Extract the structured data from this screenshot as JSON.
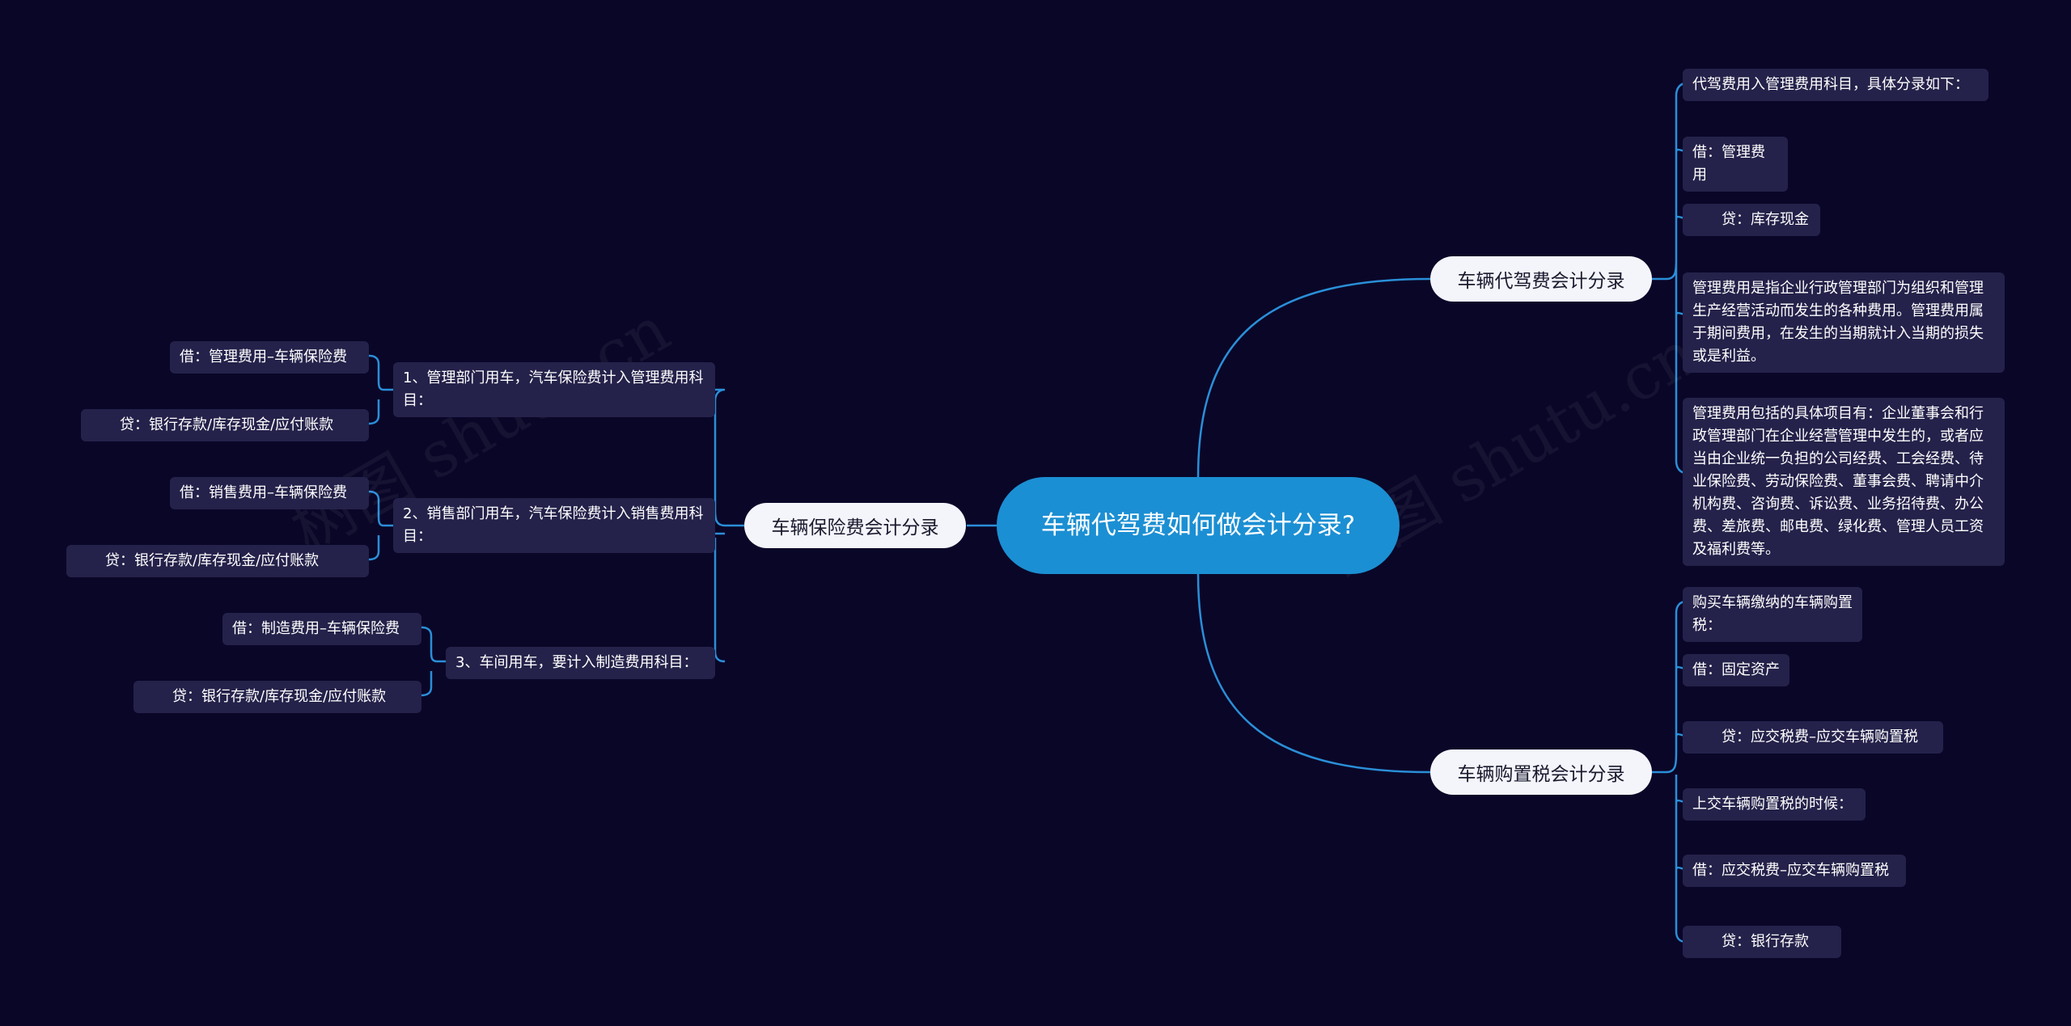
{
  "root": {
    "label": "车辆代驾费如何做会计分录?"
  },
  "branches": {
    "daijia": {
      "label": "车辆代驾费会计分录",
      "items": [
        "代驾费用入管理费用科目，具体分录如下：",
        "借：管理费用",
        "　　贷：库存现金",
        "管理费用是指企业行政管理部门为组织和管理生产经营活动而发生的各种费用。管理费用属于期间费用，在发生的当期就计入当期的损失或是利益。",
        "管理费用包括的具体项目有：企业董事会和行政管理部门在企业经营管理中发生的，或者应当由企业统一负担的公司经费、工会经费、待业保险费、劳动保险费、董事会费、聘请中介机构费、咨询费、诉讼费、业务招待费、办公费、差旅费、邮电费、绿化费、管理人员工资及福利费等。"
      ]
    },
    "gouzhi": {
      "label": "车辆购置税会计分录",
      "items": [
        "购买车辆缴纳的车辆购置税：",
        "借：固定资产",
        "　　贷：应交税费–应交车辆购置税",
        "上交车辆购置税的时候：",
        "借：应交税费–应交车辆购置税",
        "　　贷：银行存款"
      ]
    },
    "baoxian": {
      "label": "车辆保险费会计分录",
      "groups": [
        {
          "label": "1、管理部门用车，汽车保险费计入管理费用科目：",
          "children": [
            "借：管理费用–车辆保险费",
            "　　贷：银行存款/库存现金/应付账款"
          ]
        },
        {
          "label": "2、销售部门用车，汽车保险费计入销售费用科目：",
          "children": [
            "借：销售费用–车辆保险费",
            "　　贷：银行存款/库存现金/应付账款"
          ]
        },
        {
          "label": "3、车间用车，要计入制造费用科目：",
          "children": [
            "借：制造费用–车辆保险费",
            "　　贷：银行存款/库存现金/应付账款"
          ]
        }
      ]
    }
  },
  "watermark": "树图 shutu.cn",
  "colors": {
    "background": "#0a0628",
    "root": "#1b8fd3",
    "link": "#2a8fd8",
    "leaf": "#24224a",
    "branch": "#f3f5fb"
  }
}
